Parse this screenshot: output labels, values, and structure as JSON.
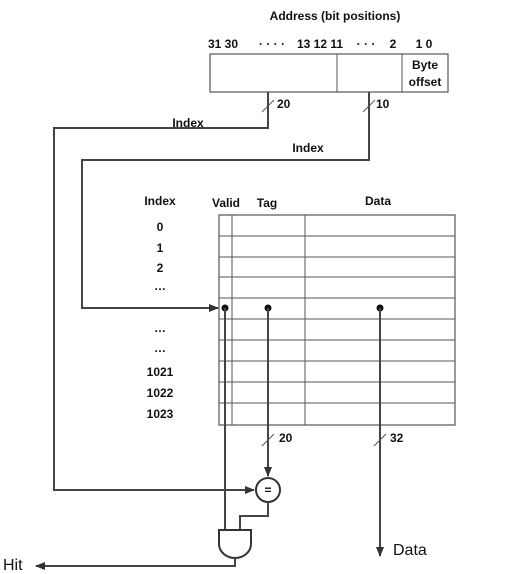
{
  "address": {
    "title": "Address (bit positions)",
    "bit_left": "31 30",
    "bit_dots1": "· · · ·",
    "bit_mid": "13 12 11",
    "bit_dots2": "· · ·",
    "bit_2": "2",
    "bit_right": "1 0",
    "byte_offset_line1": "Byte",
    "byte_offset_line2": "offset"
  },
  "buses": {
    "tag_width": "20",
    "index_width": "10",
    "tag_out_width": "20",
    "data_out_width": "32"
  },
  "wire_labels": {
    "index_top": "Index",
    "index_bottom": "Index"
  },
  "table": {
    "col_index": "Index",
    "col_valid": "Valid",
    "col_tag": "Tag",
    "col_data": "Data",
    "rows": [
      "0",
      "1",
      "2",
      "…",
      "",
      "…",
      "…",
      "1021",
      "1022",
      "1023"
    ]
  },
  "comparator": {
    "symbol": "="
  },
  "outputs": {
    "hit": "Hit",
    "data": "Data"
  }
}
